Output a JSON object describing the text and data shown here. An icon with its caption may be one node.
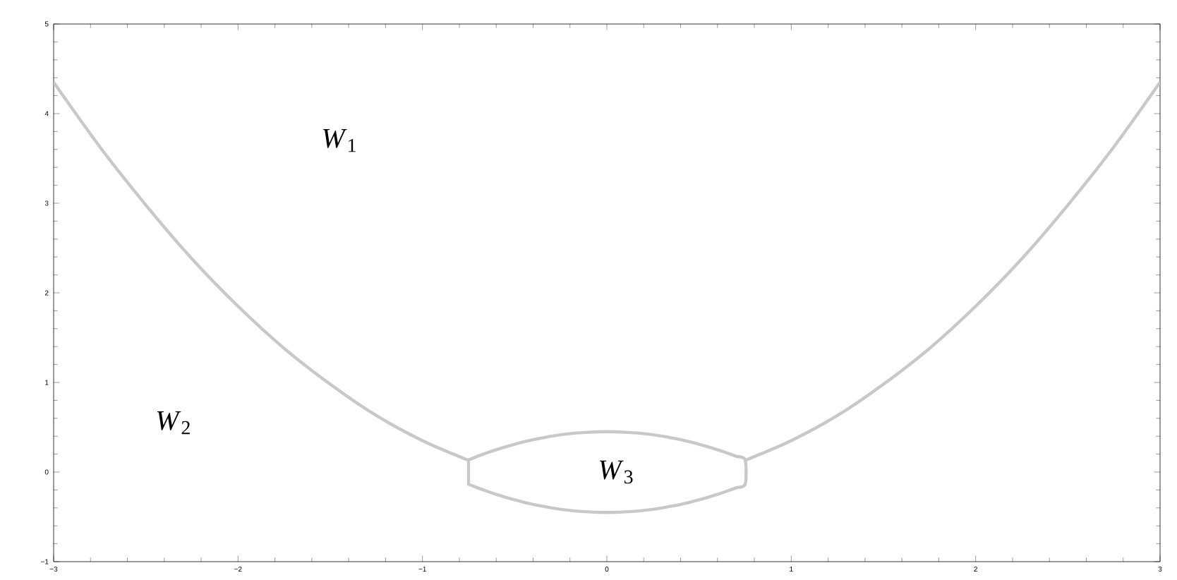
{
  "diagram": {
    "labels": [
      "*W*$_{1}$",
      "*W*$_{2}$",
      "*W*$_{3}$"
    ],
    "chart_data": {
      "type": "line",
      "x": [
        -3,
        -2.75,
        -2.5,
        -2.25,
        -2,
        -1.75,
        -1.5,
        -1.25,
        -1,
        -0.75,
        -0.5,
        -0.25,
        0,
        0.25,
        0.5,
        0.75,
        1,
        1.25,
        1.5,
        1.75,
        2,
        2.25,
        2.5,
        2.75,
        3
      ],
      "series": [
        {
          "color": "#c8c8c8",
          "values": [
            4.35,
            3.63,
            2.98,
            2.38,
            1.85,
            1.38,
            0.98,
            0.63,
            0.35,
            0.13,
            null,
            null,
            null,
            null,
            null,
            0.13,
            0.35,
            0.63,
            0.98,
            1.38,
            1.85,
            2.38,
            2.98,
            3.63,
            4.35
          ]
        }
      ],
      "xlim": [
        -3,
        3
      ],
      "ylim": [
        -1,
        5
      ],
      "xticks": [
        -3,
        -2,
        -1,
        0,
        1,
        2,
        3
      ],
      "yticks": [
        -1,
        0,
        1,
        2,
        3,
        4,
        5
      ]
    }
  }
}
